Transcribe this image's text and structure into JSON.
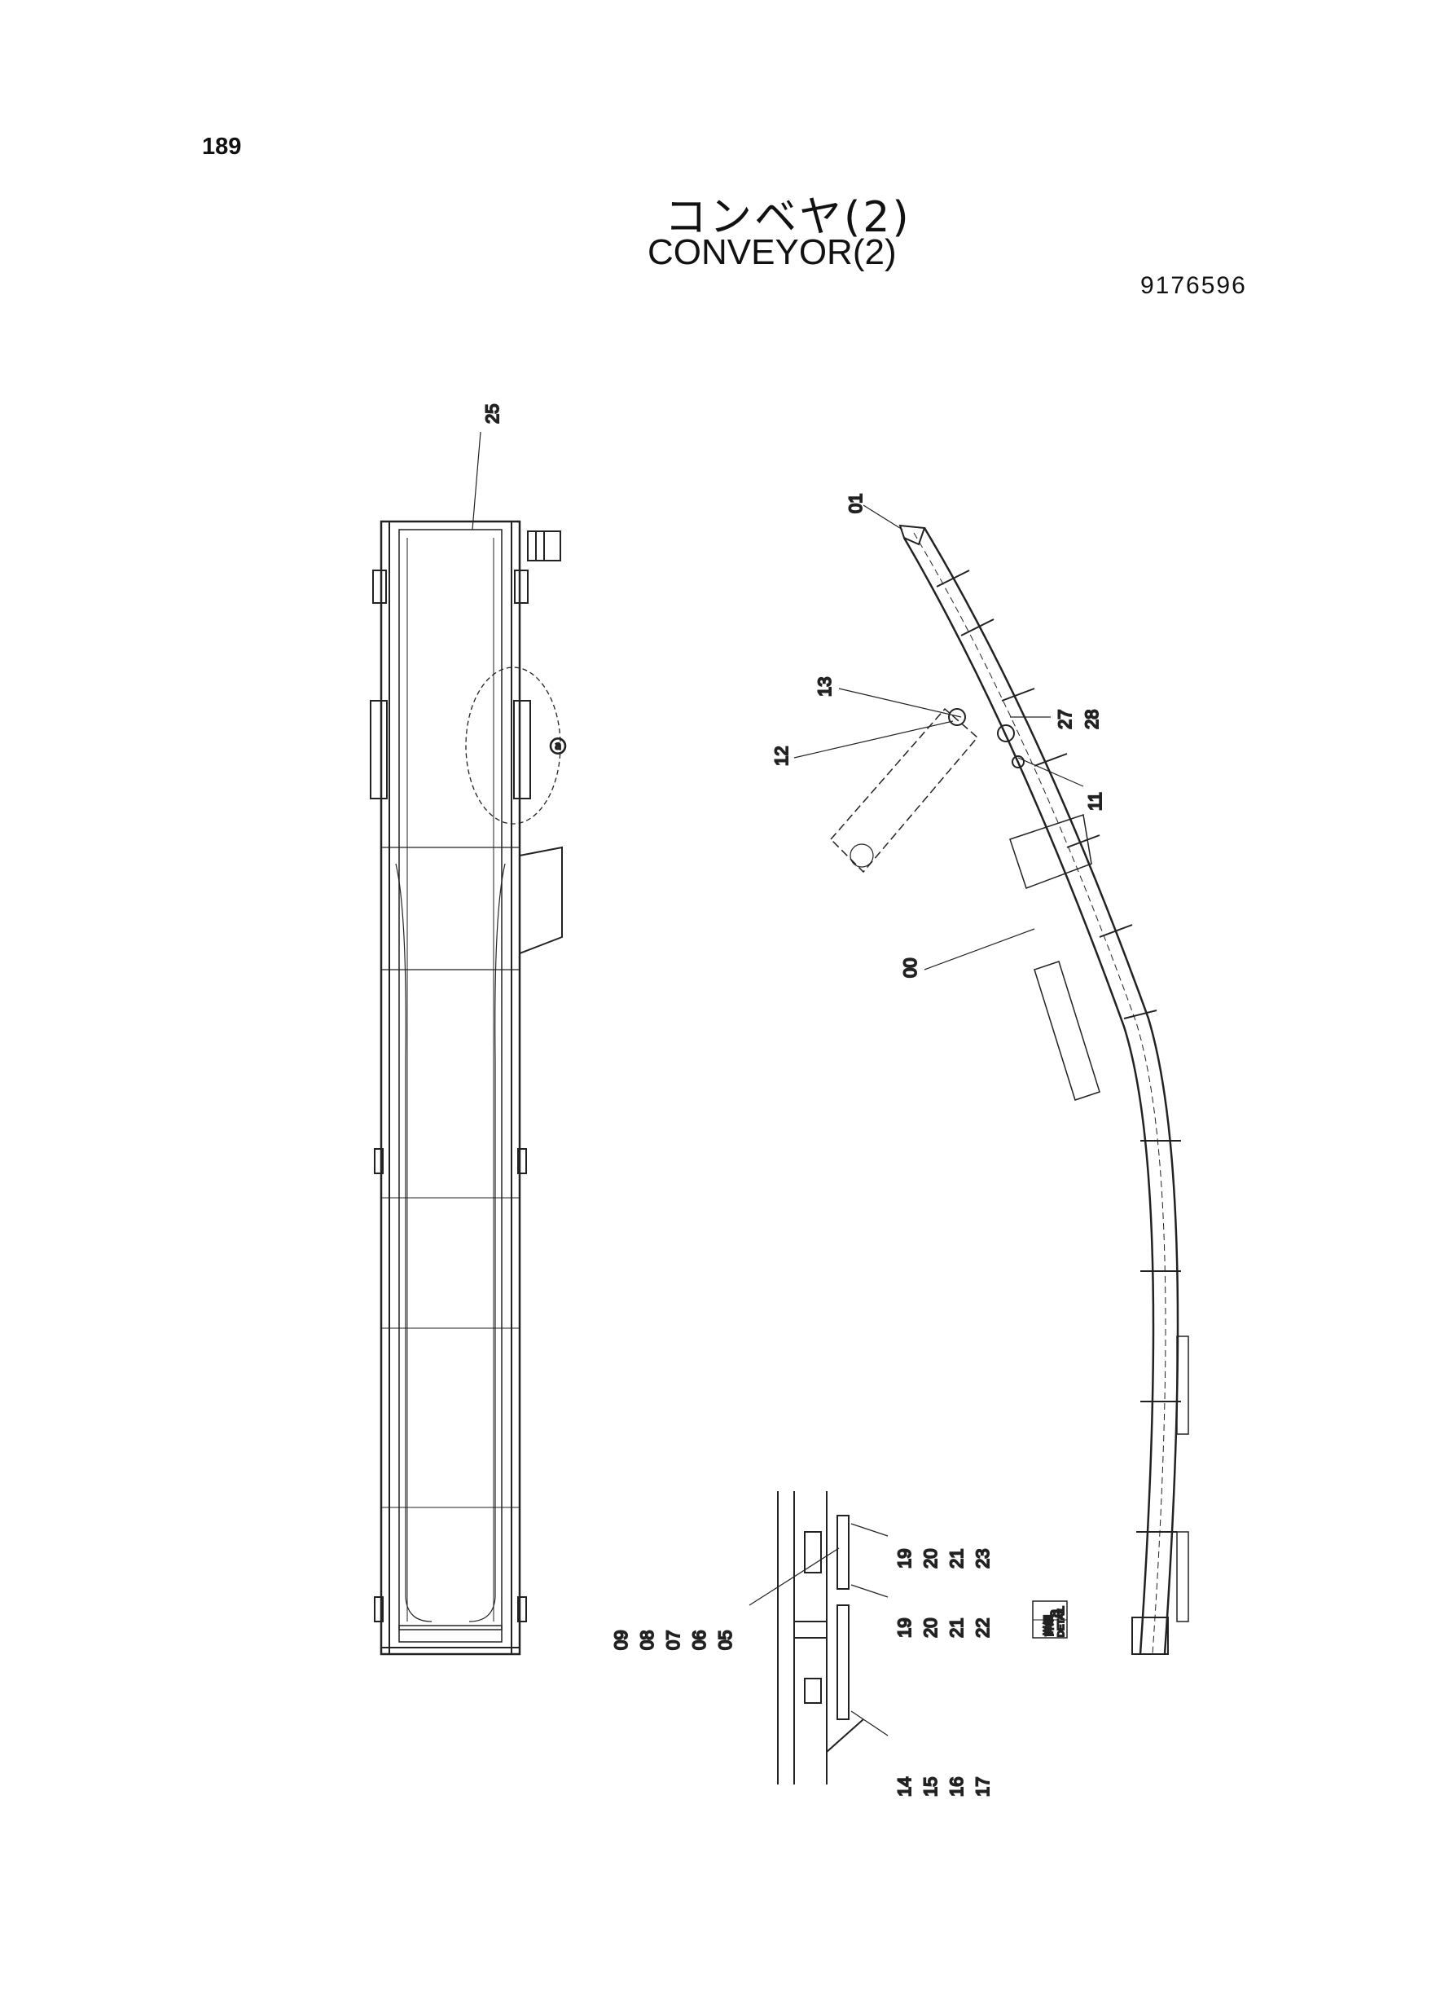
{
  "page_number": "189",
  "title_jp": "コンベヤ(2)",
  "title_en": "CONVEYOR(2)",
  "part_number": "9176596",
  "callouts": {
    "c25": "25",
    "c01": "01",
    "c13": "13",
    "c12": "12",
    "c27_28": [
      "27",
      "28"
    ],
    "c11": "11",
    "c00": "00",
    "detail_marker": "ⓐ",
    "stack_left": [
      "09",
      "08",
      "07",
      "06",
      "05"
    ],
    "stack_top": [
      "19",
      "20",
      "21",
      "23"
    ],
    "stack_mid": [
      "19",
      "20",
      "21",
      "22"
    ],
    "stack_bottom": [
      "14",
      "15",
      "16",
      "17"
    ]
  },
  "detail_box": {
    "jp": "詳細",
    "en": "DETAIL",
    "letter": "a"
  }
}
